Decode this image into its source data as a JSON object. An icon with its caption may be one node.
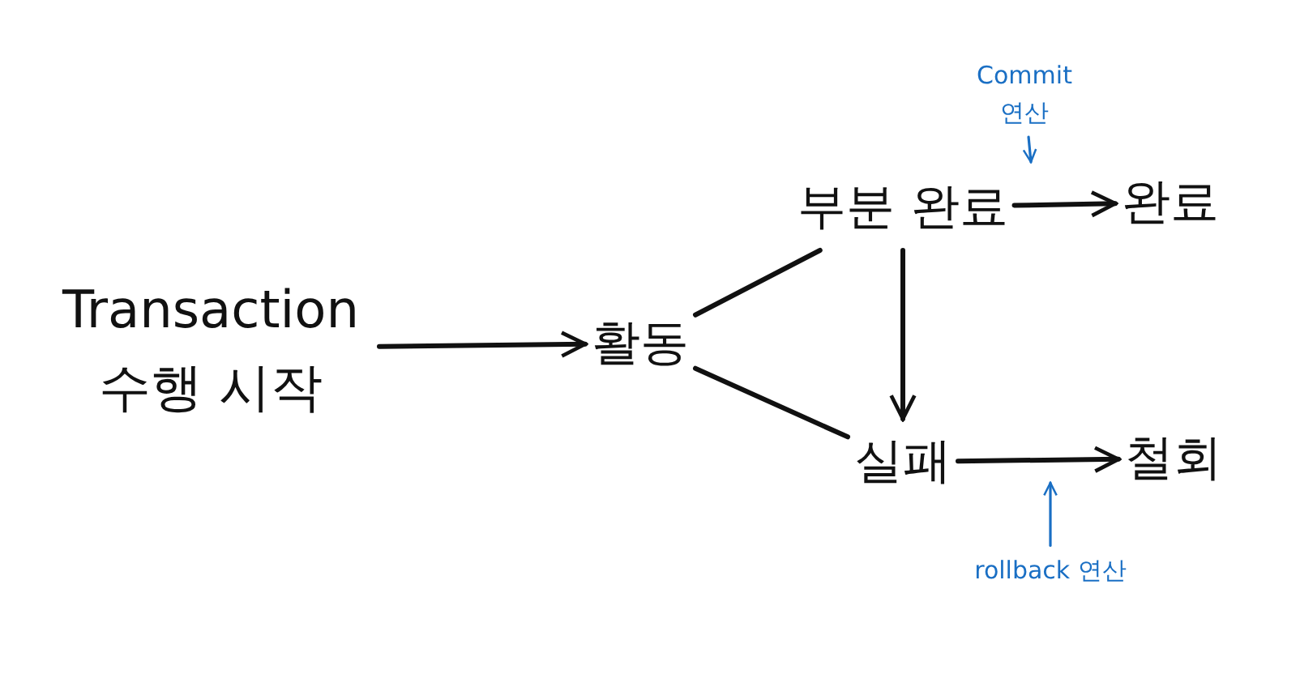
{
  "diagram": {
    "nodes": [
      {
        "text": [
          "Transaction 수행 시작"
        ]
      },
      {
        "text": [
          "활동"
        ]
      },
      {
        "text": [
          "부분 완료"
        ]
      },
      {
        "text": [
          "완료"
        ]
      },
      {
        "text": [
          "실패"
        ]
      },
      {
        "text": [
          "철회"
        ]
      },
      {
        "text": [
          "Commit 연산"
        ]
      },
      {
        "text": [
          "rollback 연산"
        ]
      }
    ],
    "edges": [
      {
        "from": 0,
        "to": 1,
        "arrow": "to"
      },
      {
        "from": 1,
        "to": 2,
        "arrow": "none"
      },
      {
        "from": 1,
        "to": 4,
        "arrow": "none"
      },
      {
        "from": 2,
        "to": 3,
        "arrow": "to"
      },
      {
        "from": 2,
        "to": 4,
        "arrow": "to"
      },
      {
        "from": 4,
        "to": 5,
        "arrow": "to"
      },
      {
        "from": 6,
        "to": null,
        "arrow": "to",
        "color": "#1a6fc4"
      },
      {
        "from": 7,
        "to": null,
        "arrow": "to",
        "color": "#1a6fc4"
      }
    ]
  }
}
